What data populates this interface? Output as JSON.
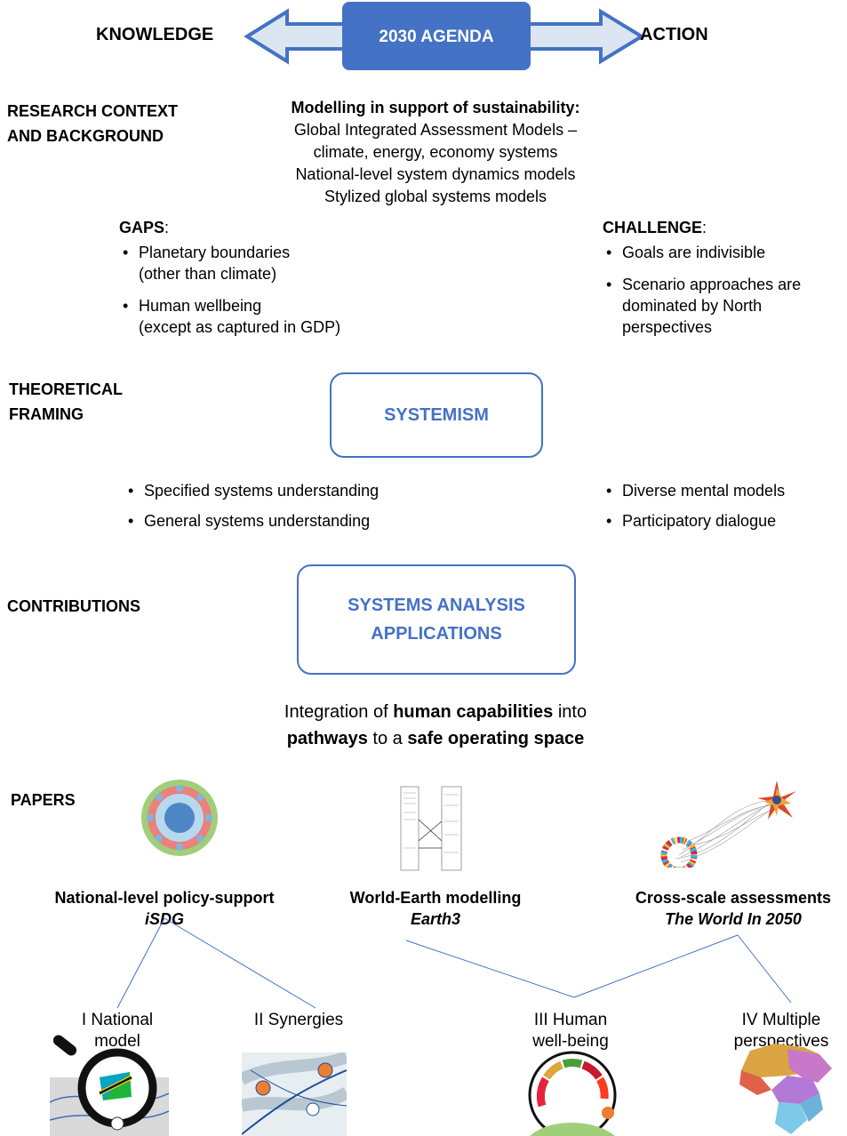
{
  "header": {
    "left_label": "KNOWLEDGE",
    "center_label": "2030 AGENDA",
    "right_label": "ACTION"
  },
  "research": {
    "heading_line1": "RESEARCH CONTEXT",
    "heading_line2": "AND BACKGROUND",
    "modelling_title": "Modelling in support of sustainability:",
    "modelling_lines": [
      "Global Integrated Assessment Models –",
      "climate, energy, economy systems",
      "National-level system dynamics models",
      "Stylized global systems models"
    ],
    "gaps_label": "GAPS",
    "gaps_items": [
      {
        "line1": "Planetary boundaries",
        "line2": "(other than climate)"
      },
      {
        "line1": "Human wellbeing",
        "line2": "(except as captured in GDP)"
      }
    ],
    "challenge_label": "CHALLENGE",
    "challenge_items": [
      {
        "line1": "Goals are indivisible",
        "line2": "",
        "line3": ""
      },
      {
        "line1": "Scenario approaches are",
        "line2": "dominated by North",
        "line3": "perspectives"
      }
    ]
  },
  "theory": {
    "heading_line1": "THEORETICAL",
    "heading_line2": "FRAMING",
    "box_label": "SYSTEMISM",
    "left_items": [
      "Specified systems understanding",
      "General systems understanding"
    ],
    "right_items": [
      "Diverse mental models",
      "Participatory dialogue"
    ]
  },
  "contributions": {
    "heading": "CONTRIBUTIONS",
    "box_line1": "SYSTEMS ANALYSIS",
    "box_line2": "APPLICATIONS",
    "integration": {
      "p1": "Integration of ",
      "b1": "human capabilities",
      "p2": " into",
      "b2": "pathways",
      "p3": " to a ",
      "b3": "safe operating space"
    }
  },
  "papers": {
    "heading": "PAPERS",
    "groups": [
      {
        "title": "National-level policy-support",
        "subtitle": "iSDG"
      },
      {
        "title": "World-Earth modelling",
        "subtitle": "Earth3"
      },
      {
        "title": "Cross-scale assessments",
        "subtitle": "The World In 2050"
      }
    ],
    "items": [
      {
        "line1": "I National",
        "line2": "model"
      },
      {
        "line1": "II Synergies",
        "line2": ""
      },
      {
        "line1": "III Human",
        "line2": "well-being"
      },
      {
        "line1": "IV Multiple",
        "line2": "perspectives"
      }
    ]
  },
  "colors": {
    "accent": "#4472c4",
    "arrow_fill": "#dce6f2",
    "box_fill": "#4472c4"
  }
}
